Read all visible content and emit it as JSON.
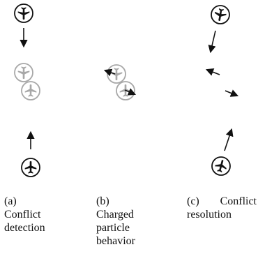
{
  "panels": [
    {
      "id": "a",
      "letter": "(a)",
      "caption_lines": [
        "Conflict",
        "detection"
      ],
      "aircraft": [
        {
          "role": "top",
          "appearance": "solid",
          "icon": "airplane-icon"
        },
        {
          "role": "ghost-1",
          "appearance": "faded",
          "icon": "airplane-icon"
        },
        {
          "role": "ghost-2",
          "appearance": "faded",
          "icon": "airplane-icon"
        },
        {
          "role": "bottom",
          "appearance": "solid",
          "icon": "airplane-icon"
        }
      ]
    },
    {
      "id": "b",
      "letter": "(b)",
      "caption_lines": [
        "Charged",
        "particle",
        "behavior"
      ],
      "aircraft": [
        {
          "role": "ghost-1",
          "appearance": "faded",
          "icon": "airplane-icon"
        },
        {
          "role": "ghost-2",
          "appearance": "faded",
          "icon": "airplane-icon"
        }
      ]
    },
    {
      "id": "c",
      "letter": "(c)",
      "caption_lines": [
        "Conflict",
        "resolution"
      ],
      "aircraft": [
        {
          "role": "top",
          "appearance": "solid",
          "icon": "airplane-icon"
        },
        {
          "role": "bottom",
          "appearance": "solid",
          "icon": "airplane-icon"
        }
      ]
    }
  ],
  "colors": {
    "solid": "#111111",
    "faded": "#a8a8a8",
    "arrow": "#111111",
    "background": "#ffffff"
  }
}
